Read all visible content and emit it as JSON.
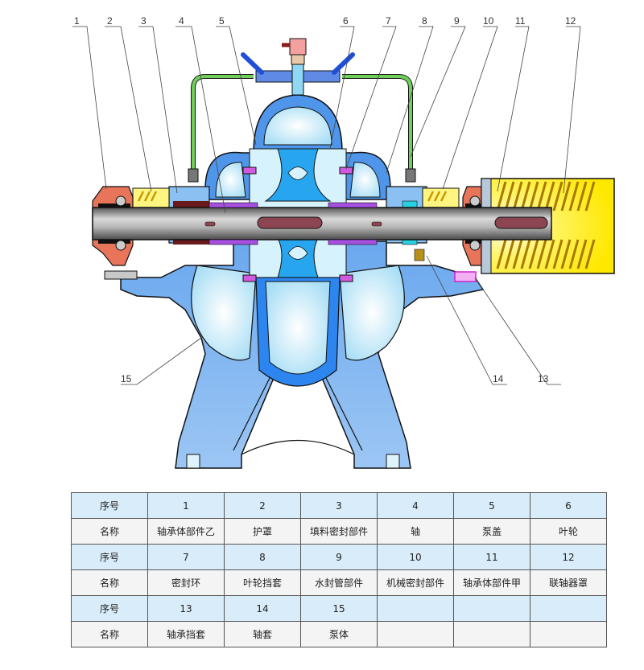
{
  "diagram": {
    "title": "双吸中开泵结构图",
    "callouts": [
      "1",
      "2",
      "3",
      "4",
      "5",
      "6",
      "7",
      "8",
      "9",
      "10",
      "11",
      "12",
      "13",
      "14",
      "15"
    ],
    "colors": {
      "casing": "#5a9de8",
      "casing_light": "#cdeefc",
      "shaft": "#8a8a8a",
      "bearing_housing": "#e0603c",
      "coupling_guard": "#ffee00",
      "water_pipe": "#6fcf5a",
      "valve_handle": "#1f4fd8",
      "sleeve": "#a64fe0",
      "outline": "#111111"
    }
  },
  "table": {
    "rows": [
      {
        "kind": "num",
        "header": "序号",
        "cells": [
          "1",
          "2",
          "3",
          "4",
          "5",
          "6"
        ]
      },
      {
        "kind": "name",
        "header": "名称",
        "cells": [
          "轴承体部件乙",
          "护罩",
          "填料密封部件",
          "轴",
          "泵盖",
          "叶轮"
        ]
      },
      {
        "kind": "num",
        "header": "序号",
        "cells": [
          "7",
          "8",
          "9",
          "10",
          "11",
          "12"
        ]
      },
      {
        "kind": "name",
        "header": "名称",
        "cells": [
          "密封环",
          "叶轮挡套",
          "水封管部件",
          "机械密封部件",
          "轴承体部件甲",
          "联轴器罩"
        ]
      },
      {
        "kind": "num",
        "header": "序号",
        "cells": [
          "13",
          "14",
          "15",
          "",
          "",
          ""
        ]
      },
      {
        "kind": "name",
        "header": "名称",
        "cells": [
          "轴承挡套",
          "轴套",
          "泵体",
          "",
          "",
          ""
        ]
      }
    ]
  }
}
